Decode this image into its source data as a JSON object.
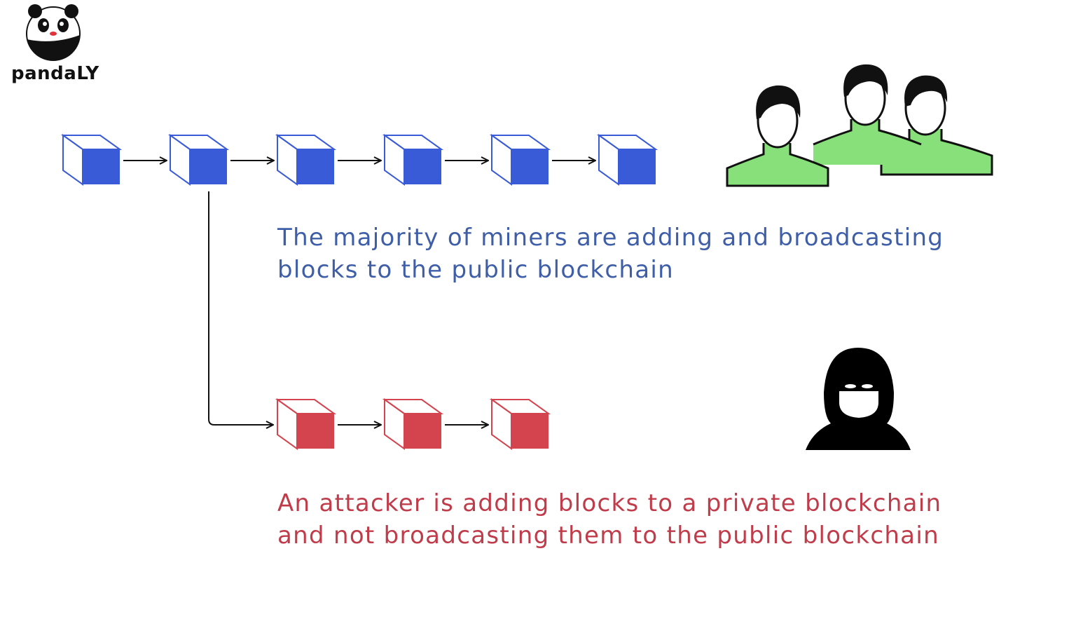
{
  "logo": {
    "text": "pandaLY",
    "icon": "panda-icon"
  },
  "colors": {
    "public_block": "#3a5bd8",
    "private_block": "#d4444f",
    "public_text": "#3f5ea8",
    "private_text": "#c03c4a",
    "miner_shirt": "#88e07a",
    "arrow": "#111111"
  },
  "public_chain": {
    "block_count": 6,
    "icon": "block-icon"
  },
  "private_chain": {
    "block_count": 3,
    "icon": "block-icon",
    "forks_from_block": 2
  },
  "captions": {
    "public": {
      "line1": "The majority of miners are adding and broadcasting",
      "line2": "blocks to the public blockchain"
    },
    "private": {
      "line1": "An attacker is adding blocks to a private blockchain",
      "line2": "and not broadcasting them to the public blockchain"
    }
  },
  "icons": {
    "miners": "miners-group-icon",
    "attacker": "hooded-attacker-icon"
  }
}
